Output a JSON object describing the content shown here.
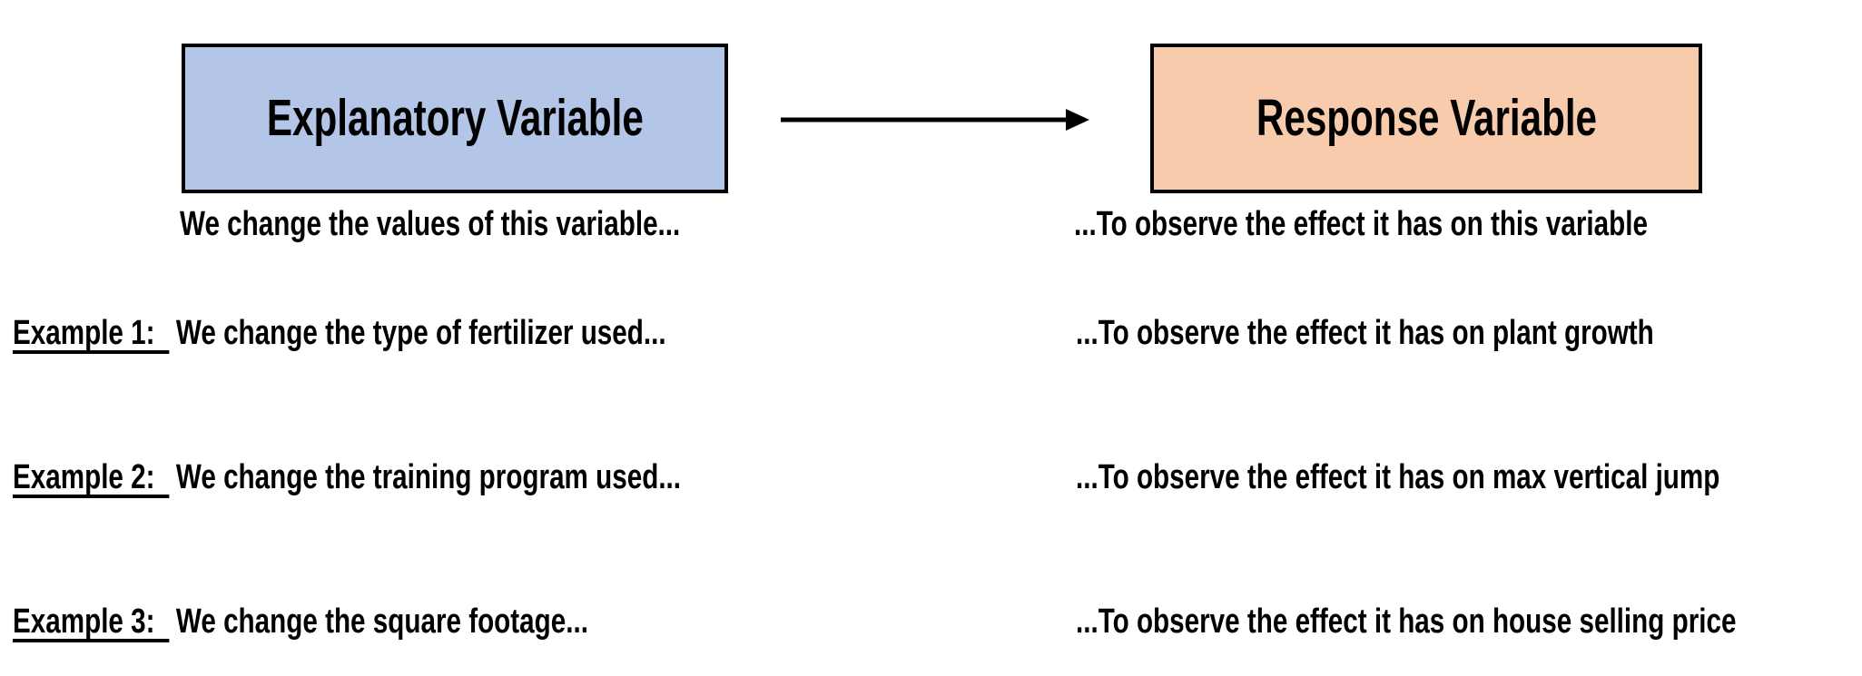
{
  "diagram": {
    "explanatory_box": {
      "label": "Explanatory Variable"
    },
    "response_box": {
      "label": "Response Variable"
    },
    "explanatory_caption": "We change the values of this variable...",
    "response_caption": "...To observe the effect it has on this variable",
    "arrow": {
      "direction": "left-to-right"
    }
  },
  "examples": [
    {
      "label": "Example 1:",
      "cause": "We change the type of fertilizer used...",
      "effect": "...To observe the effect it has on plant growth"
    },
    {
      "label": "Example 2:",
      "cause": "We change the training program used...",
      "effect": "...To observe the effect it has on max vertical jump"
    },
    {
      "label": "Example 3:",
      "cause": "We change the square footage...",
      "effect": "...To observe the effect it has on house selling price"
    }
  ],
  "colors": {
    "explanatory_fill": "#b4c6e7",
    "response_fill": "#f8cbad",
    "border": "#000000",
    "text": "#000000",
    "background": "#ffffff"
  }
}
